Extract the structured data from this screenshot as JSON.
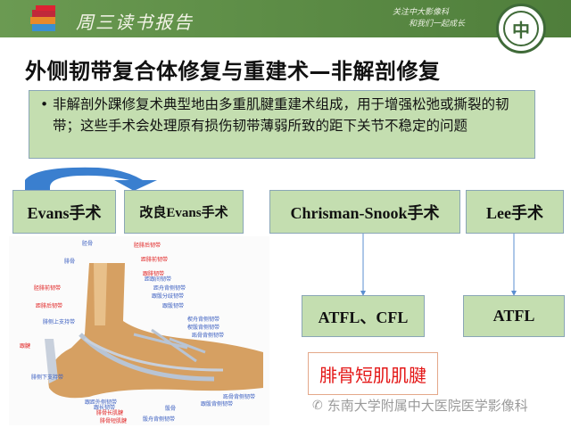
{
  "header": {
    "logo_text": "周三读书报告",
    "slogan": [
      "关注中大影像科",
      "和我们一起成长"
    ],
    "seal_char": "中"
  },
  "title": "外侧韧带复合体修复与重建术—非解剖修复",
  "bullet": {
    "marker": "•",
    "text": "非解剖外踝修复术典型地由多重肌腱重建术组成，用于增强松弛或撕裂的韧带；这些手术会处理原有损伤韧带薄弱所致的距下关节不稳定的问题"
  },
  "boxes": {
    "evans": "Evans手术",
    "modified_evans": "改良Evans手术",
    "chrisman": "Chrisman-Snook手术",
    "lee": "Lee手术",
    "atfl_cfl": "ATFL、CFL",
    "atfl": "ATFL"
  },
  "tendon_label": "腓骨短肌肌腱",
  "watermark": "东南大学附属中大医院医学影像科",
  "anatomy_labels": {
    "blue": [
      "胫骨",
      "腓骨",
      "距跟间韧带",
      "距舟背侧韧带",
      "跟骰分歧韧带",
      "跟骰韧带",
      "楔舟背侧韧带",
      "楔骰背侧韧带",
      "跖骨背侧韧带",
      "腓侧上支持带",
      "腓侧下支持带",
      "跟距外侧韧带",
      "跟长韧带",
      "跖骨背侧韧带",
      "骰骨",
      "跟骰背侧韧带",
      "骰舟背侧韧带"
    ],
    "red": [
      "胫腓后韧带",
      "距腓前韧带",
      "跟腓韧带",
      "胫腓前韧带",
      "距腓后韧带",
      "跟腱",
      "腓骨长肌腱",
      "腓骨短肌腱"
    ]
  },
  "colors": {
    "header_green": "#5f8f48",
    "box_green": "#c4deb0",
    "arrow_blue": "#3a7fcf",
    "red_text": "#e41818"
  }
}
